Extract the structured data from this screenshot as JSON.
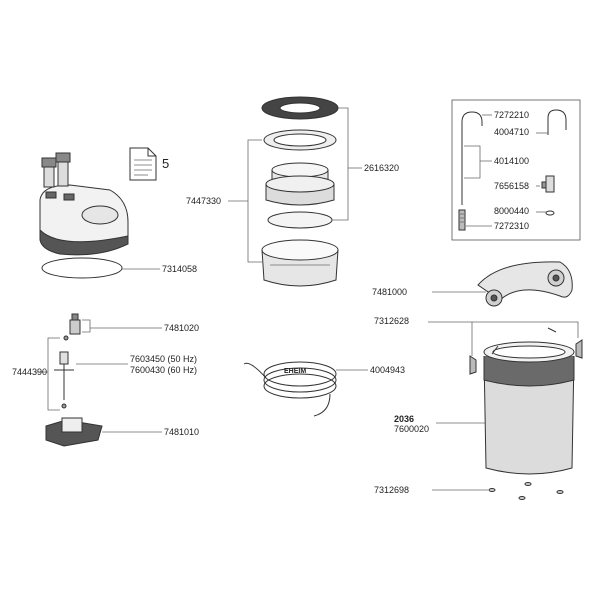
{
  "document_icon": {
    "label": "5"
  },
  "part_numbers": {
    "p7314058": "7314058",
    "p7447330": "7447330",
    "p2616320": "2616320",
    "p7272210_top": "7272210",
    "p4004710": "4004710",
    "p4014100": "4014100",
    "p7656158": "7656158",
    "p8000440": "8000440",
    "p7272310": "7272310",
    "p7481000": "7481000",
    "p7312628": "7312628",
    "p7481020": "7481020",
    "p7444390": "7444390",
    "p7603450": "7603450 (50 Hz)",
    "p7600430": "7600430 (60 Hz)",
    "p7481010": "7481010",
    "p4004943": "4004943",
    "p2036": "2036",
    "p7600020": "7600020",
    "p7312698": "7312698"
  },
  "hose_brand": "EHEIM"
}
